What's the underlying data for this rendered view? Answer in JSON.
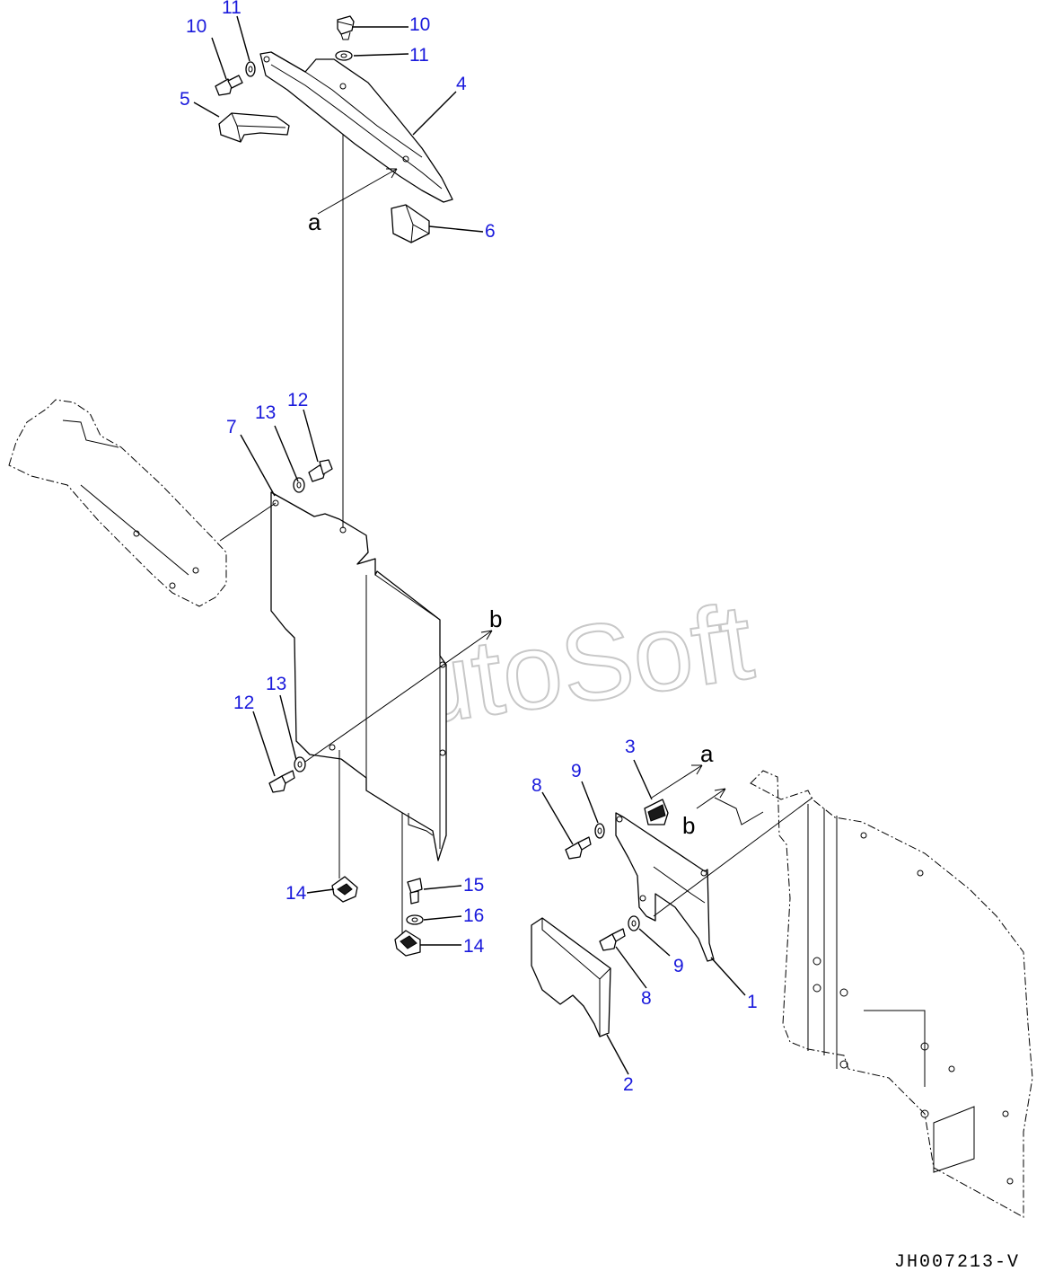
{
  "drawing_number": "JH007213-V",
  "watermark": "AutoSoft",
  "callouts": {
    "c1": "1",
    "c2": "2",
    "c3": "3",
    "c4": "4",
    "c5": "5",
    "c6": "6",
    "c7": "7",
    "c8a": "8",
    "c8b": "8",
    "c9a": "9",
    "c9b": "9",
    "c10a": "10",
    "c10b": "10",
    "c11a": "11",
    "c11b": "11",
    "c12a": "12",
    "c12b": "12",
    "c13a": "13",
    "c13b": "13",
    "c14a": "14",
    "c14b": "14",
    "c15": "15",
    "c16": "16"
  },
  "refs": {
    "a_top": "a",
    "b_mid": "b",
    "a_right": "a",
    "b_right": "b"
  }
}
